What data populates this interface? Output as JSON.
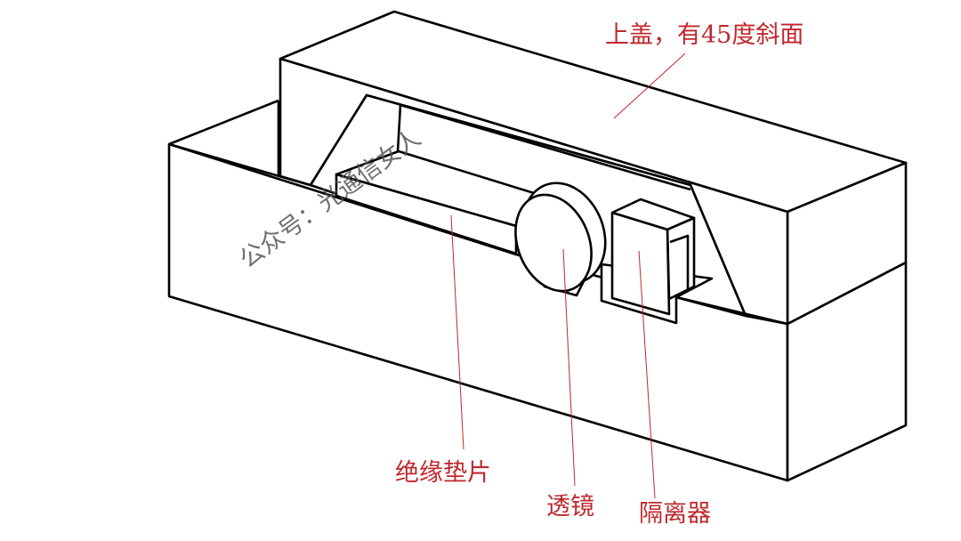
{
  "labels": {
    "cover": "上盖，有45度斜面",
    "pad": "绝缘垫片",
    "lens": "透镜",
    "isolator": "隔离器"
  },
  "watermark": "公众号：光通信女人",
  "colors": {
    "label": "#c0282d",
    "line": "#000000",
    "watermark": "#555555"
  }
}
